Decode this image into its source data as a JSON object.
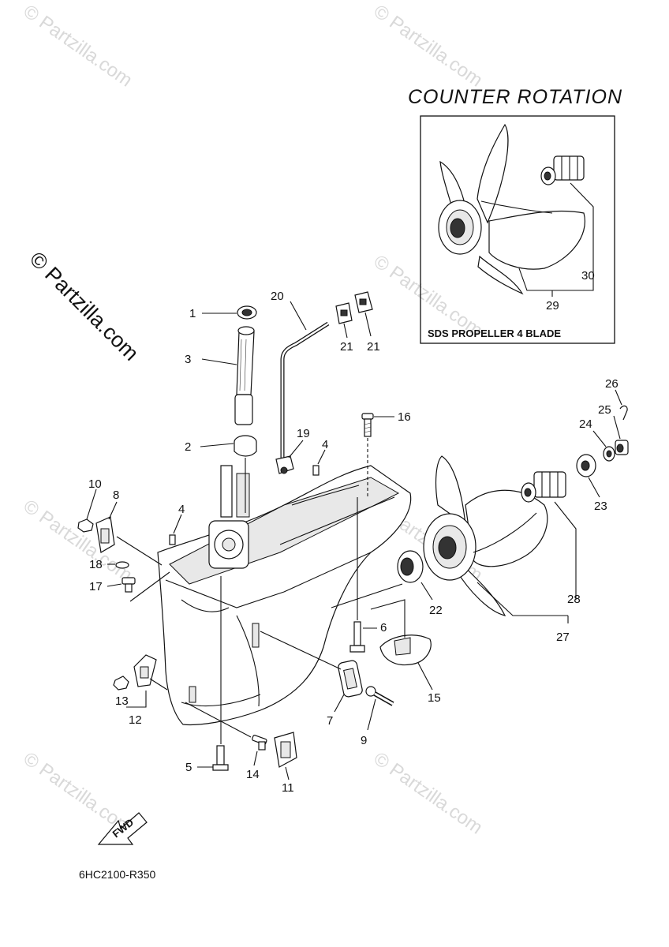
{
  "watermark": {
    "text": "© Partzilla.com"
  },
  "inset": {
    "title": "COUNTER  ROTATION",
    "caption": "SDS PROPELLER 4 BLADE"
  },
  "fwd_label": "FWD",
  "diagram_code": "6HC2100-R350",
  "callouts": {
    "c1": "1",
    "c2": "2",
    "c3": "3",
    "c4a": "4",
    "c4b": "4",
    "c5": "5",
    "c6": "6",
    "c7": "7",
    "c8": "8",
    "c9": "9",
    "c10": "10",
    "c11": "11",
    "c12": "12",
    "c13": "13",
    "c14": "14",
    "c15": "15",
    "c16": "16",
    "c17": "17",
    "c18": "18",
    "c19": "19",
    "c20": "20",
    "c21a": "21",
    "c21b": "21",
    "c22": "22",
    "c23": "23",
    "c24": "24",
    "c25": "25",
    "c26": "26",
    "c27": "27",
    "c28": "28",
    "c29": "29",
    "c30": "30"
  }
}
